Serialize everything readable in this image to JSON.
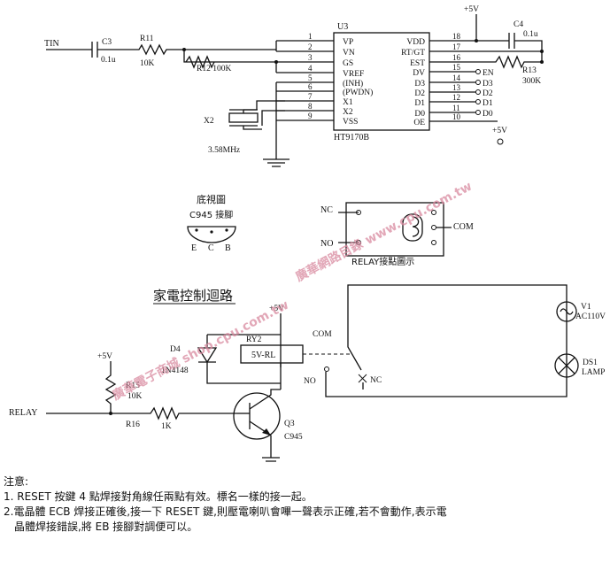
{
  "ic": {
    "ref": "U3",
    "part": "HT9170B",
    "left_pin_numbers": [
      "1",
      "2",
      "3",
      "4",
      "5",
      "6",
      "7",
      "8",
      "9"
    ],
    "left_pin_names": [
      "VP",
      "VN",
      "GS",
      "VREF",
      "(INH)",
      "(PWDN)",
      "X1",
      "X2",
      "VSS"
    ],
    "right_pin_numbers": [
      "18",
      "17",
      "16",
      "15",
      "14",
      "13",
      "12",
      "11",
      "10"
    ],
    "right_pin_names": [
      "VDD",
      "RT/GT",
      "EST",
      "DV",
      "D3",
      "D2",
      "D1",
      "D0",
      "OE"
    ]
  },
  "input": {
    "label": "TIN",
    "cap_ref": "C3",
    "cap_value": "0.1u",
    "r11_ref": "R11",
    "r11_value": "10K",
    "r12": "R12 100K"
  },
  "crystal": {
    "ref": "X2",
    "value": "3.58MHz"
  },
  "supply": {
    "vcc_top": "+5V",
    "vcc_oe": "+5V",
    "vcc_relay": "+5V",
    "vcc_r15": "+5V"
  },
  "cap4": {
    "ref": "C4",
    "value": "0.1u"
  },
  "r13": {
    "ref": "R13",
    "value": "300K"
  },
  "outputs": {
    "en": "EN",
    "d3": "D3",
    "d2": "D2",
    "d1": "D1",
    "d0": "D0"
  },
  "transistor_pinout": {
    "title": "底視圖",
    "subtitle": "C945 接腳",
    "pins": [
      "E",
      "C",
      "B"
    ]
  },
  "relay_contact_diagram": {
    "nc": "NC",
    "no": "NO",
    "com": "COM",
    "caption": "RELAY接點圖示"
  },
  "appliance_section": {
    "title": "家電控制迴路",
    "relay_ref": "RY2",
    "relay_value": "5V-RL",
    "diode_ref": "D4",
    "diode_value": "1N4148",
    "r15_ref": "R15",
    "r15_value": "10K",
    "r16_ref": "R16",
    "r16_value": "1K",
    "input_label": "RELAY",
    "transistor_ref": "Q3",
    "transistor_value": "C945",
    "com": "COM",
    "no": "NO",
    "nc": "NC",
    "source_ref": "V1",
    "source_value": "AC110V",
    "lamp_ref": "DS1",
    "lamp_value": "LAMP"
  },
  "watermarks": {
    "w1": "廣華電子商城 shop.cpu.com.tw",
    "w2": "廣華網路目錄 www.cpu.com.tw"
  },
  "notes": {
    "title": "注意:",
    "n1": "1. RESET 按鍵 4 點焊接對角線任兩點有效。標名一樣的接一起。",
    "n2a": "2.電晶體 ECB 焊接正確後,接一下 RESET 鍵,則壓電喇叭會嗶一聲表示正確,若不會動作,表示電",
    "n2b": "晶體焊接錯誤,將 EB 接腳對調便可以。"
  }
}
